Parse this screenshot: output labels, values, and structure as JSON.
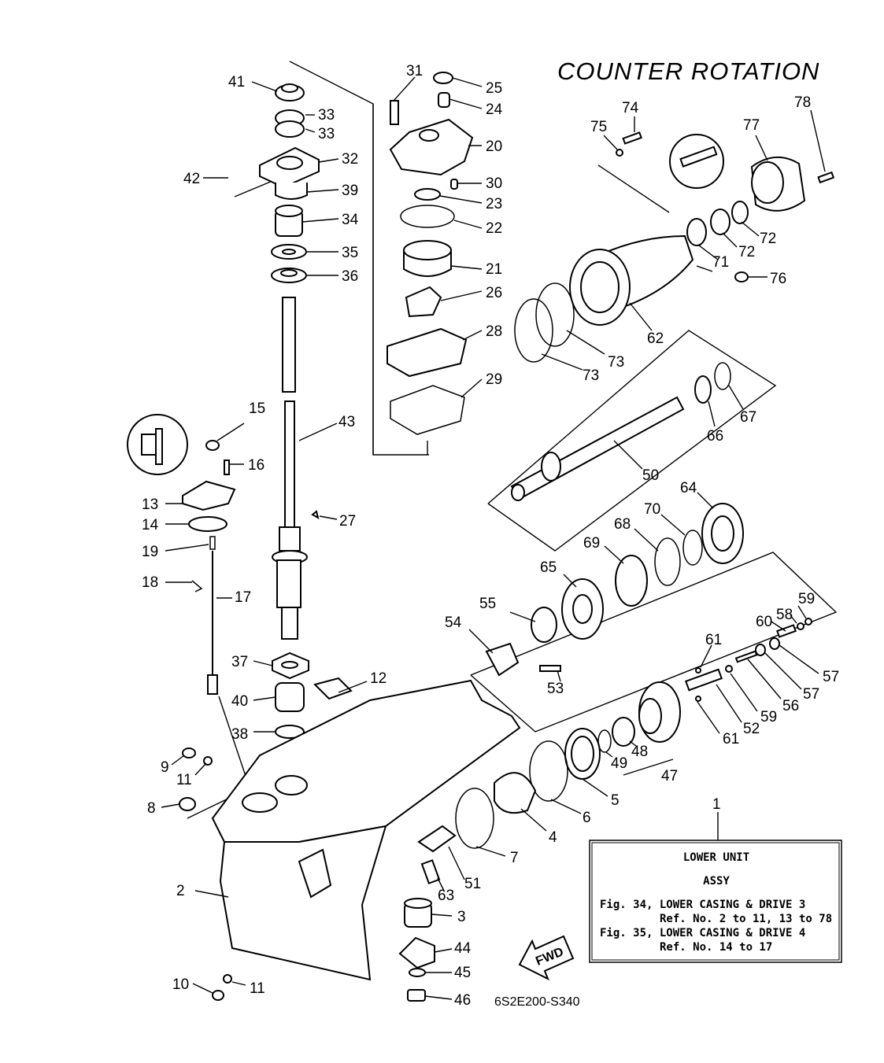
{
  "title": "COUNTER ROTATION",
  "figure_code": "6S2E200-S340",
  "fwd_label": "FWD",
  "ref_box": {
    "heading1": "LOWER UNIT",
    "heading2": "ASSY",
    "line1": "Fig. 34, LOWER CASING & DRIVE 3",
    "line2": "Ref. No. 2 to 11, 13 to 78",
    "line3": "Fig. 35, LOWER CASING & DRIVE 4",
    "line4": "Ref. No. 14 to 17"
  },
  "callouts": [
    {
      "id": "c41",
      "text": "41"
    },
    {
      "id": "c33a",
      "text": "33"
    },
    {
      "id": "c33b",
      "text": "33"
    },
    {
      "id": "c32",
      "text": "32"
    },
    {
      "id": "c42",
      "text": "42"
    },
    {
      "id": "c39",
      "text": "39"
    },
    {
      "id": "c34",
      "text": "34"
    },
    {
      "id": "c35",
      "text": "35"
    },
    {
      "id": "c36",
      "text": "36"
    },
    {
      "id": "c43",
      "text": "43"
    },
    {
      "id": "c15",
      "text": "15"
    },
    {
      "id": "c16",
      "text": "16"
    },
    {
      "id": "c13",
      "text": "13"
    },
    {
      "id": "c14",
      "text": "14"
    },
    {
      "id": "c19",
      "text": "19"
    },
    {
      "id": "c27",
      "text": "27"
    },
    {
      "id": "c18",
      "text": "18"
    },
    {
      "id": "c17",
      "text": "17"
    },
    {
      "id": "c37",
      "text": "37"
    },
    {
      "id": "c12",
      "text": "12"
    },
    {
      "id": "c40",
      "text": "40"
    },
    {
      "id": "c38",
      "text": "38"
    },
    {
      "id": "c9",
      "text": "9"
    },
    {
      "id": "c11a",
      "text": "11"
    },
    {
      "id": "c8",
      "text": "8"
    },
    {
      "id": "c2",
      "text": "2"
    },
    {
      "id": "c10",
      "text": "10"
    },
    {
      "id": "c11b",
      "text": "11"
    },
    {
      "id": "c31",
      "text": "31"
    },
    {
      "id": "c25",
      "text": "25"
    },
    {
      "id": "c24",
      "text": "24"
    },
    {
      "id": "c20",
      "text": "20"
    },
    {
      "id": "c30",
      "text": "30"
    },
    {
      "id": "c23",
      "text": "23"
    },
    {
      "id": "c22",
      "text": "22"
    },
    {
      "id": "c21",
      "text": "21"
    },
    {
      "id": "c26",
      "text": "26"
    },
    {
      "id": "c28",
      "text": "28"
    },
    {
      "id": "c29",
      "text": "29"
    },
    {
      "id": "c74",
      "text": "74"
    },
    {
      "id": "c75",
      "text": "75"
    },
    {
      "id": "c77",
      "text": "77"
    },
    {
      "id": "c78",
      "text": "78"
    },
    {
      "id": "c71",
      "text": "71"
    },
    {
      "id": "c72a",
      "text": "72"
    },
    {
      "id": "c72b",
      "text": "72"
    },
    {
      "id": "c76",
      "text": "76"
    },
    {
      "id": "c62",
      "text": "62"
    },
    {
      "id": "c73a",
      "text": "73"
    },
    {
      "id": "c73b",
      "text": "73"
    },
    {
      "id": "c67",
      "text": "67"
    },
    {
      "id": "c66",
      "text": "66"
    },
    {
      "id": "c50",
      "text": "50"
    },
    {
      "id": "c64",
      "text": "64"
    },
    {
      "id": "c70",
      "text": "70"
    },
    {
      "id": "c68",
      "text": "68"
    },
    {
      "id": "c69",
      "text": "69"
    },
    {
      "id": "c65",
      "text": "65"
    },
    {
      "id": "c59a",
      "text": "59"
    },
    {
      "id": "c58",
      "text": "58"
    },
    {
      "id": "c60",
      "text": "60"
    },
    {
      "id": "c55",
      "text": "55"
    },
    {
      "id": "c54",
      "text": "54"
    },
    {
      "id": "c53",
      "text": "53"
    },
    {
      "id": "c61a",
      "text": "61"
    },
    {
      "id": "c57a",
      "text": "57"
    },
    {
      "id": "c57b",
      "text": "57"
    },
    {
      "id": "c56",
      "text": "56"
    },
    {
      "id": "c59b",
      "text": "59"
    },
    {
      "id": "c52",
      "text": "52"
    },
    {
      "id": "c61b",
      "text": "61"
    },
    {
      "id": "c48",
      "text": "48"
    },
    {
      "id": "c49",
      "text": "49"
    },
    {
      "id": "c47",
      "text": "47"
    },
    {
      "id": "c5",
      "text": "5"
    },
    {
      "id": "c6",
      "text": "6"
    },
    {
      "id": "c4",
      "text": "4"
    },
    {
      "id": "c7",
      "text": "7"
    },
    {
      "id": "c51",
      "text": "51"
    },
    {
      "id": "c63",
      "text": "63"
    },
    {
      "id": "c3",
      "text": "3"
    },
    {
      "id": "c44",
      "text": "44"
    },
    {
      "id": "c45",
      "text": "45"
    },
    {
      "id": "c46",
      "text": "46"
    },
    {
      "id": "c1",
      "text": "1"
    }
  ]
}
